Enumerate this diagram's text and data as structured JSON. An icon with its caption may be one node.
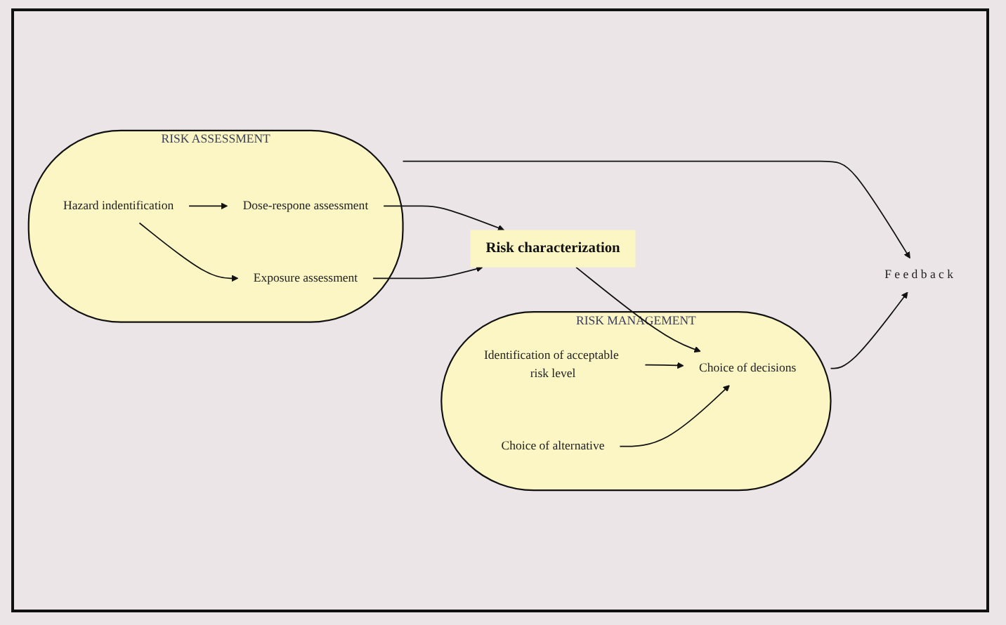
{
  "diagram": {
    "nodes": [
      {
        "text": [
          "RISK ASSESSMENT"
        ]
      },
      {
        "text": [
          "Hazard indentification"
        ],
        "in": 0
      },
      {
        "text": [
          "Dose-respone assessment"
        ],
        "in": 0
      },
      {
        "text": [
          "Exposure assessment"
        ],
        "in": 0
      },
      {
        "text": [
          "Risk characterization"
        ]
      },
      {
        "text": [
          "RISK MANAGEMENT"
        ]
      },
      {
        "text": [
          "Choice of decisions"
        ],
        "in": 5
      },
      {
        "text": [
          "Identification of acceptable risk level"
        ],
        "in": 5
      },
      {
        "text": [
          "Choice of alternative"
        ],
        "in": 5
      },
      {
        "text": [
          "Feedback"
        ]
      }
    ],
    "edges": [
      {
        "from": 1,
        "to": 2,
        "arrow": "to"
      },
      {
        "from": 1,
        "to": 3,
        "arrow": "to"
      },
      {
        "from": 2,
        "to": 4,
        "arrow": "to"
      },
      {
        "from": 3,
        "to": 4,
        "arrow": "to"
      },
      {
        "from": 4,
        "to": 6,
        "arrow": "to"
      },
      {
        "from": 7,
        "to": 6,
        "arrow": "to"
      },
      {
        "from": 8,
        "to": 6,
        "arrow": "to"
      },
      {
        "from": 0,
        "to": 9,
        "arrow": "to"
      },
      {
        "from": 5,
        "to": 9,
        "arrow": "to"
      }
    ]
  }
}
